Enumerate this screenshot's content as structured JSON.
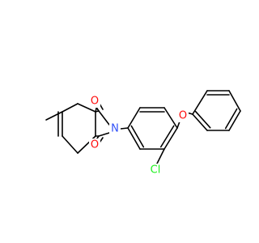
{
  "atoms": {
    "oxygen_top": "O",
    "nitrogen": "N",
    "oxygen_bottom": "O",
    "oxygen_ether": "O",
    "chlorine": "Cl"
  },
  "colors": {
    "oxygen": "#ff0d0d",
    "nitrogen": "#3050f8",
    "chlorine": "#1ff01f",
    "bond": "#000000",
    "background": "#ffffff"
  }
}
